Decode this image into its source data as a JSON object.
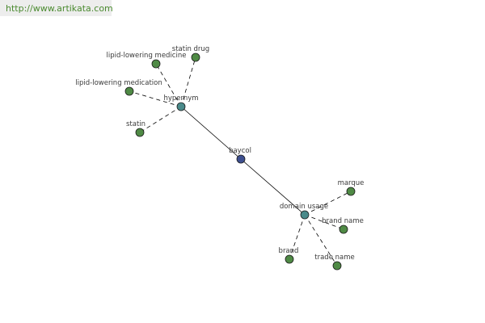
{
  "header": {
    "url": "http://www.artikata.com"
  },
  "colors": {
    "center_node": "#3d4f8f",
    "relation_node": "#4a8a8a",
    "leaf_node": "#4f8a45",
    "url_text": "#4a8a2f"
  },
  "graph": {
    "center": {
      "label": "baycol"
    },
    "relations": [
      {
        "label": "hypernym",
        "terms": [
          "lipid-lowering medicine",
          "statin drug",
          "lipid-lowering medication",
          "statin"
        ]
      },
      {
        "label": "domain usage",
        "terms": [
          "marque",
          "brand name",
          "brand",
          "trade name"
        ]
      }
    ]
  }
}
